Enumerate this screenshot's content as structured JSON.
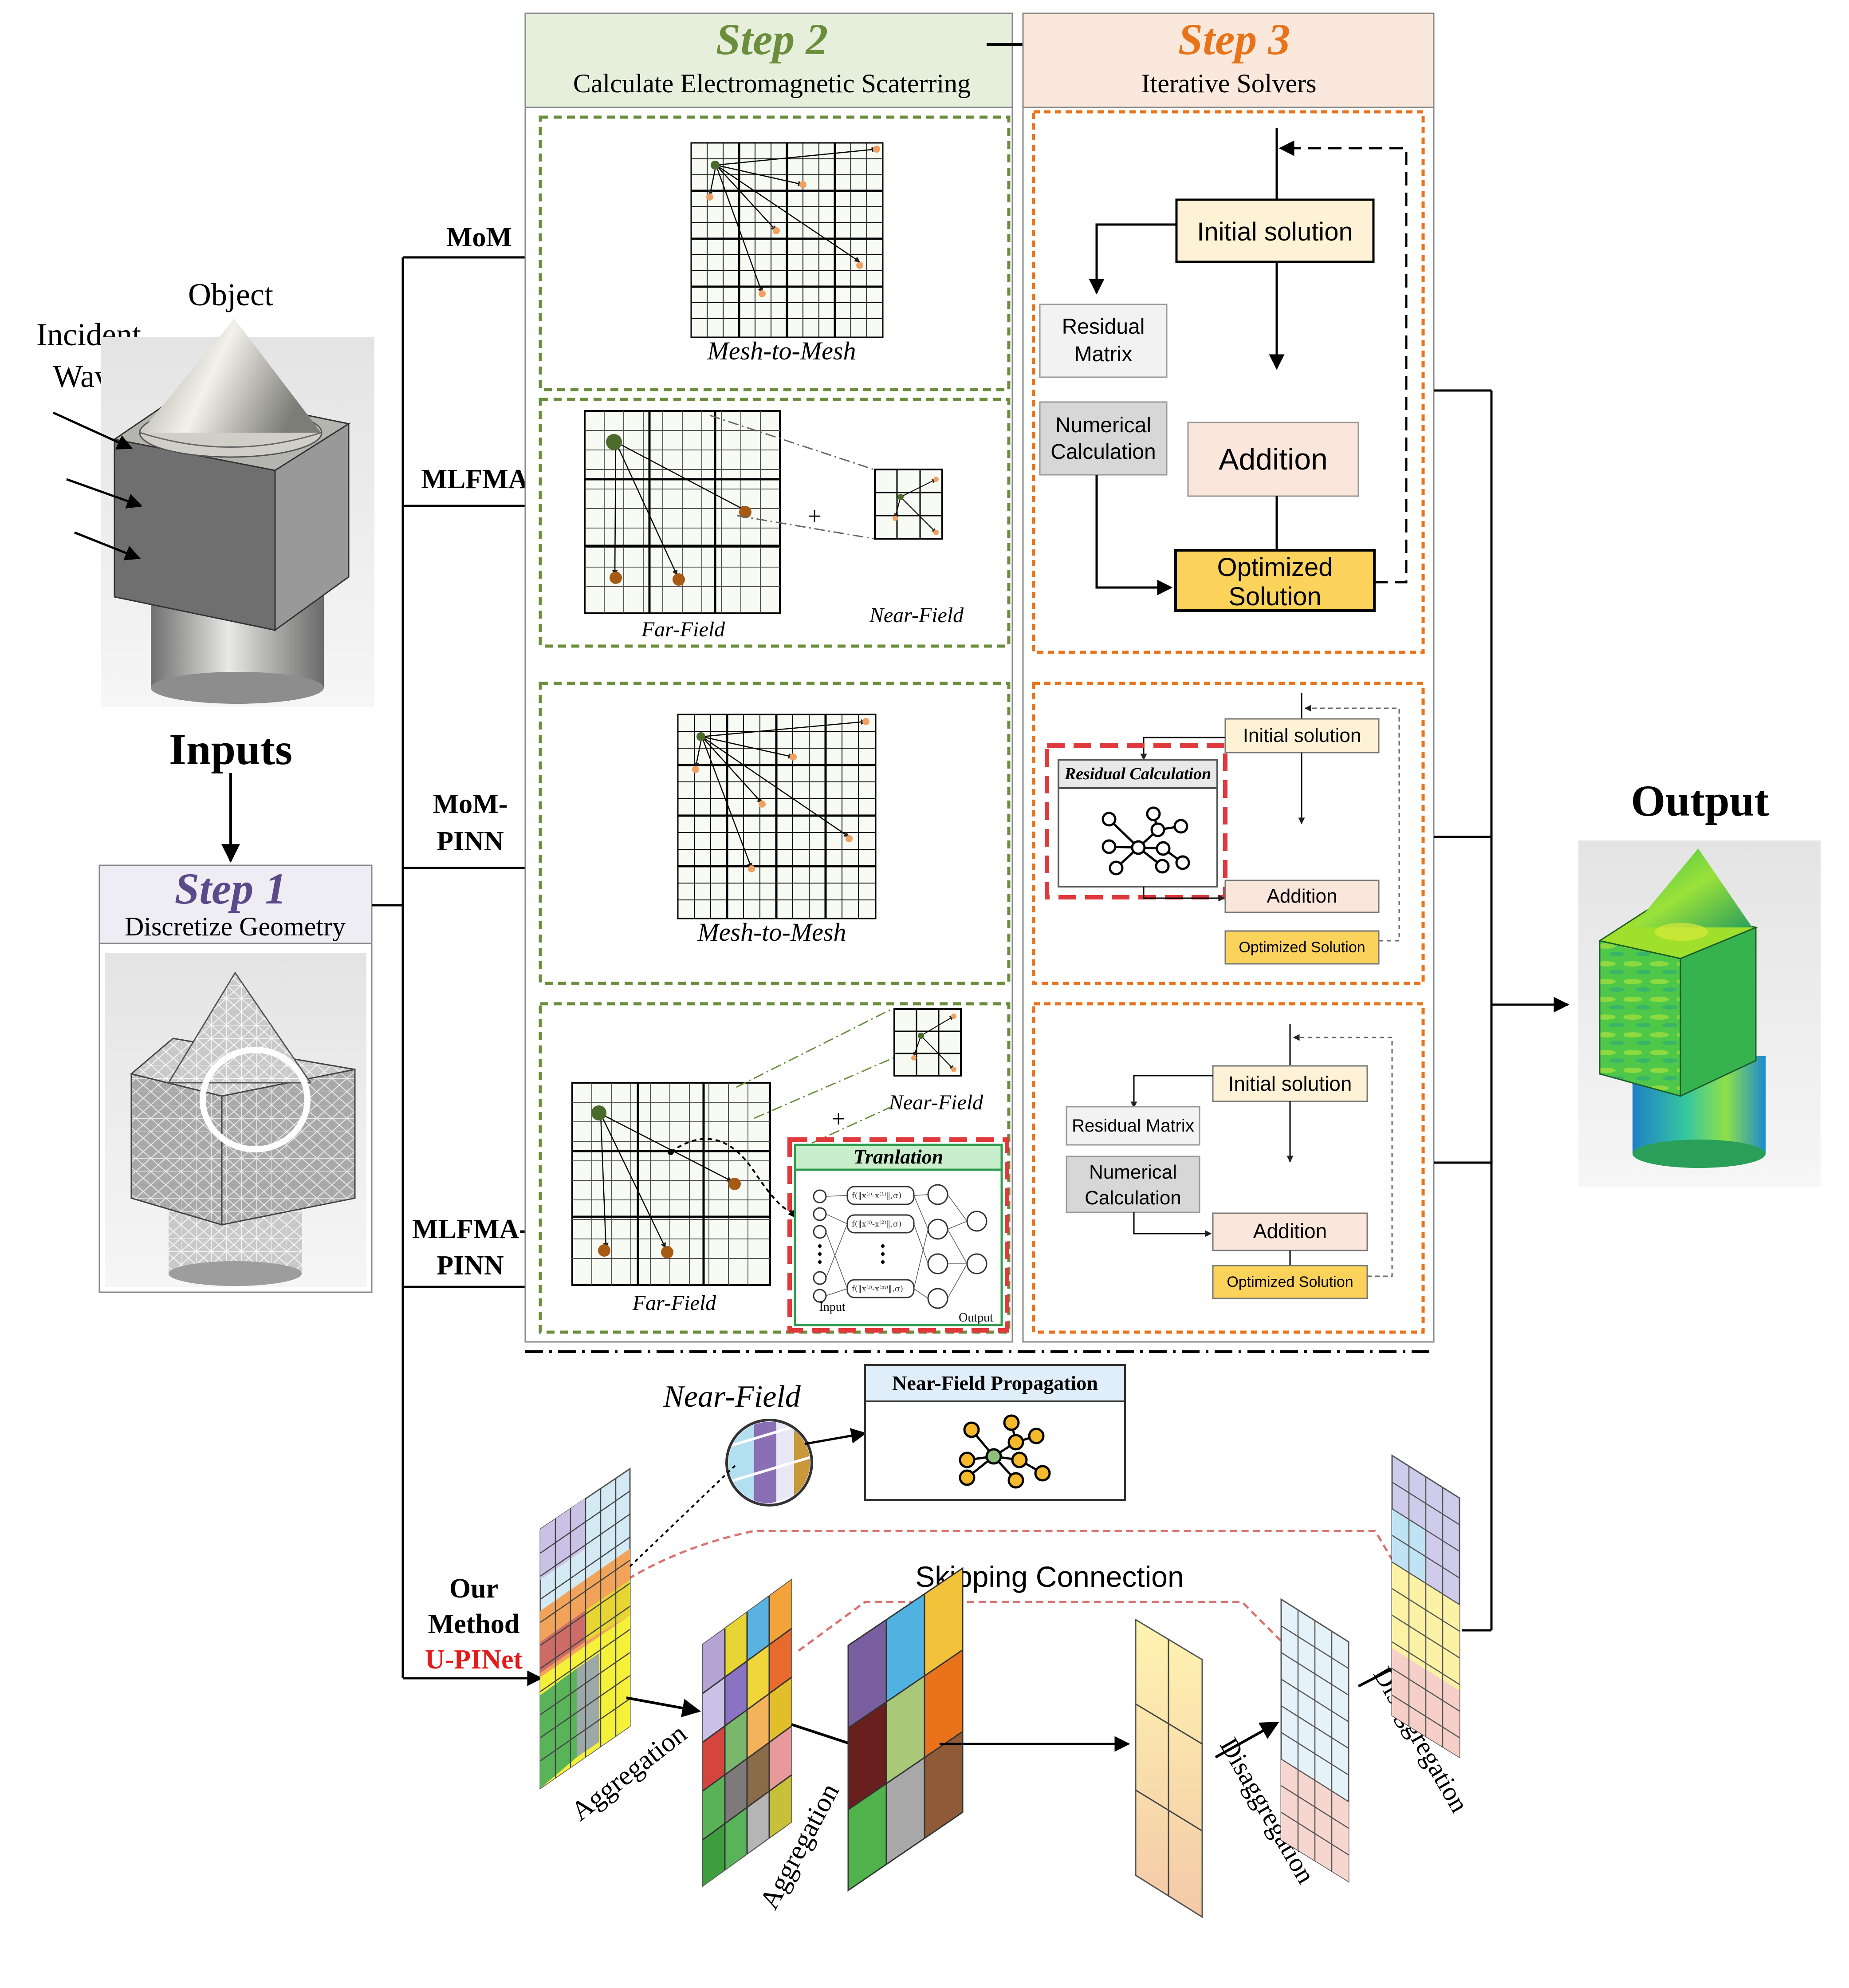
{
  "inputs": {
    "object_label": "Object",
    "incident_label_1": "Incident",
    "incident_label_2": "Wave",
    "title": "Inputs"
  },
  "step1": {
    "title": "Step 1",
    "subtitle": "Discretize Geometry"
  },
  "step2": {
    "title": "Step 2",
    "subtitle": "Calculate Electromagnetic Scaterring",
    "mom_caption": "Mesh-to-Mesh",
    "mlfma_far_caption": "Far-Field",
    "mlfma_near_caption": "Near-Field",
    "mompinn_caption": "Mesh-to-Mesh",
    "pinn_near_caption": "Near-Field",
    "pinn_far_caption": "Far-Field",
    "translation_title": "Tranlation",
    "net_input": "Input",
    "net_output": "Output"
  },
  "step3": {
    "title": "Step 3",
    "subtitle": "Iterative Solvers",
    "initial_solution": "Initial solution",
    "residual_matrix_1": "Residual",
    "residual_matrix_2": "Matrix",
    "residual_matrix": "Residual Matrix",
    "numerical_1": "Numerical",
    "numerical_2": "Calculation",
    "addition": "Addition",
    "optimized_1": "Optimized",
    "optimized_2": "Solution",
    "optimized_solution": "Optimized Solution",
    "residual_calculation": "Residual Calculation"
  },
  "methods": {
    "mom": "MoM",
    "mlfma": "MLFMA",
    "mompinn_1": "MoM-",
    "mompinn_2": "PINN",
    "mlfmapinn_1": "MLFMA-",
    "mlfmapinn_2": "PINN",
    "our_1": "Our",
    "our_2": "Method",
    "our_3": "U-PINet"
  },
  "unet": {
    "near_field": "Near-Field",
    "near_field_propagation": "Near-Field Propagation",
    "skipping": "Skipping Connection",
    "aggregation": "Aggregation",
    "disaggregation": "Disaggregation"
  },
  "output": {
    "title": "Output"
  },
  "colors": {
    "step1_purple": "#5b4a8a",
    "step2_green": "#6a8e3c",
    "step3_orange": "#e8731a",
    "optimized_yellow": "#fbd35a",
    "initial_cream": "#fdf2d6",
    "addition_peach": "#fbe6dc",
    "residual_red": "#e0383b",
    "method_red": "#e21b1b"
  }
}
